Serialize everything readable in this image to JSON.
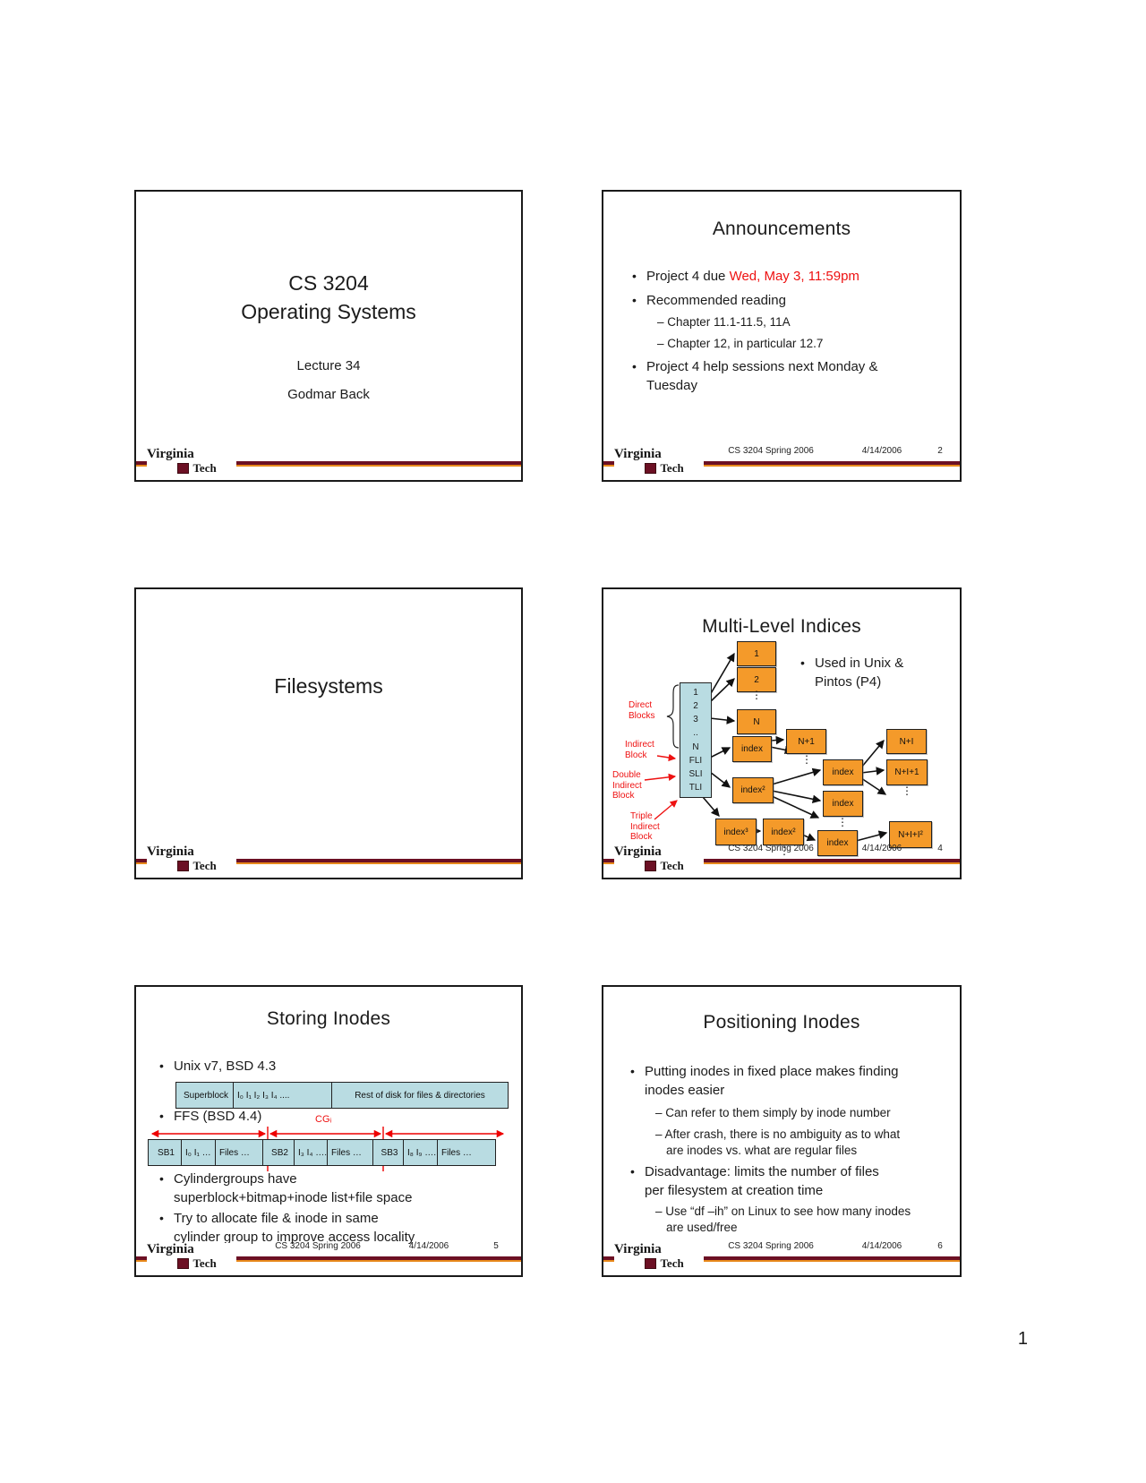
{
  "page": {
    "number": "1"
  },
  "footer": {
    "course": "CS 3204 Spring 2006",
    "date": "4/14/2006"
  },
  "logo": {
    "virginia": "Virginia",
    "tech": "Tech"
  },
  "glyphs": {
    "vdots": "⋮"
  },
  "s1": {
    "t1": "CS 3204",
    "t2": "Operating Systems",
    "sub1": "Lecture 34",
    "sub2": "Godmar Back"
  },
  "s2": {
    "title": "Announcements",
    "b1_pre": "Project 4 due ",
    "b1_red": "Wed, May 3, 11:59pm",
    "b2": "Recommended reading",
    "sub1": "– Chapter 11.1-11.5, 11A",
    "sub2": "– Chapter 12, in particular 12.7",
    "b3l1": "Project 4 help sessions next Monday &",
    "b3l2": "Tuesday",
    "num": "2"
  },
  "s3": {
    "title": "Filesystems"
  },
  "s4": {
    "title": "Multi-Level Indices",
    "bullet": "Used in Unix & Pintos (P4)",
    "num": "4",
    "inode": [
      "1",
      "2",
      "3",
      "..",
      "N",
      "FLI",
      "SLI",
      "TLI"
    ],
    "lbl": {
      "direct": "Direct Blocks",
      "indirect": "Indirect Block",
      "double": "Double Indirect Block",
      "triple": "Triple Indirect Block"
    },
    "box": {
      "b1": "1",
      "b2": "2",
      "bn": "N",
      "idx": "index",
      "n1": "N+1",
      "idx2": "index²",
      "m1": "index",
      "m2": "index",
      "ni": "N+I",
      "ni1": "N+I+1",
      "idx3": "index³",
      "idx2b": "index²",
      "idxb": "index",
      "nii2": "N+I+I²"
    }
  },
  "s5": {
    "title": "Storing Inodes",
    "b1": "Unix v7, BSD 4.3",
    "b2": "FFS (BSD 4.4)",
    "cg": "CGᵢ",
    "t1": [
      "Superblock",
      "I₀ I₁ I₂ I₃ I₄ ....",
      "Rest of disk for files & directories"
    ],
    "t2": [
      "SB1",
      "I₀ I₁ …",
      "Files …",
      "SB2",
      "I₃ I₄ ….",
      "Files …",
      "SB3",
      "I₈ I₉ ….",
      "Files …"
    ],
    "b3l1": "Cylindergroups have",
    "b3l2": "superblock+bitmap+inode list+file space",
    "b4l1": "Try to allocate file & inode in same",
    "b4l2": "cylinder group to improve access locality",
    "num": "5"
  },
  "s6": {
    "title": "Positioning Inodes",
    "b1l1": "Putting inodes in fixed place makes finding",
    "b1l2": "inodes easier",
    "sub1": "– Can refer to them simply by inode number",
    "sub2l1": "– After crash, there is no ambiguity as to what",
    "sub2l2": "are inodes vs. what are regular files",
    "b2l1": "Disadvantage: limits the number of files",
    "b2l2": "per filesystem at creation time",
    "sub3l1": "– Use “df –ih” on Linux to see how many inodes",
    "sub3l2": "are used/free",
    "num": "6"
  },
  "colors": {
    "maroon": "#6c1024",
    "accent_orange": "#e8891b",
    "box_orange": "#f49a2a",
    "box_blue": "#b9dce2",
    "red": "#ee1111"
  }
}
